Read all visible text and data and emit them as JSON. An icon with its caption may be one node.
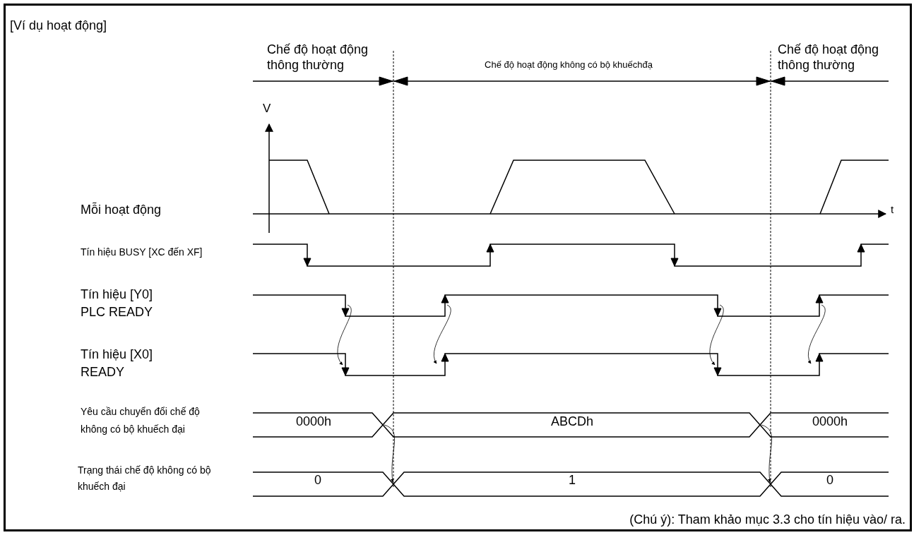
{
  "diagram": {
    "title": "[Ví dụ hoạt động]",
    "labels": [
      "Chế độ hoạt động thông thường",
      "Chế độ hoạt động không có bộ khuếchđạ",
      "Chế độ hoạt động thông thường",
      "V",
      "Mỗi hoạt động",
      "t",
      "Tín hiệu BUSY [XC đến XF]",
      "Tín hiệu [Y0] PLC READY",
      "Tín hiệu [X0] READY",
      "Yêu cầu chuyển đổi chế độ không có bộ khuếch đại",
      "0000h",
      "ABCDh",
      "0000h",
      "Trạng thái chế độ không có bộ khuếch đại",
      "0",
      "1",
      "0"
    ],
    "caption": "(Chú ý): Tham khảo mục 3.3 cho tín hiệu vào/ ra."
  }
}
